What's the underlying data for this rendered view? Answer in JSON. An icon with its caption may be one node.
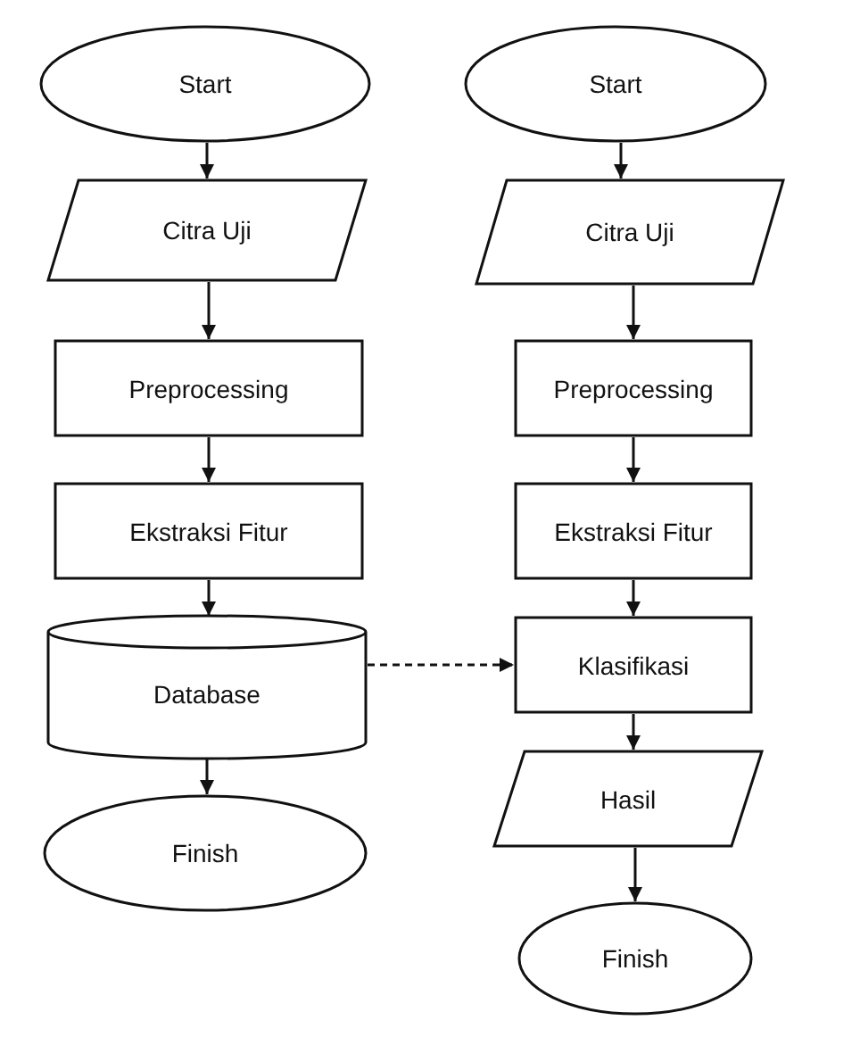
{
  "diagram": {
    "nodes": [
      {
        "text": [
          "Start"
        ]
      },
      {
        "text": [
          "Citra Uji"
        ]
      },
      {
        "text": [
          "Preprocessing"
        ]
      },
      {
        "text": [
          "Ekstraksi Fitur"
        ]
      },
      {
        "text": [
          "Database"
        ]
      },
      {
        "text": [
          "Finish"
        ]
      },
      {
        "text": [
          "Start"
        ]
      },
      {
        "text": [
          "Citra Uji"
        ]
      },
      {
        "text": [
          "Preprocessing"
        ]
      },
      {
        "text": [
          "Ekstraksi Fitur"
        ]
      },
      {
        "text": [
          "Klasifikasi"
        ]
      },
      {
        "text": [
          "Hasil"
        ]
      },
      {
        "text": [
          "Finish"
        ]
      }
    ],
    "edges": [
      {
        "from": 0,
        "to": 1,
        "arrow": "to"
      },
      {
        "from": 1,
        "to": 2,
        "arrow": "to"
      },
      {
        "from": 2,
        "to": 3,
        "arrow": "to"
      },
      {
        "from": 3,
        "to": 4,
        "arrow": "to"
      },
      {
        "from": 4,
        "to": 5,
        "arrow": "to"
      },
      {
        "from": 6,
        "to": 7,
        "arrow": "to"
      },
      {
        "from": 7,
        "to": 8,
        "arrow": "to"
      },
      {
        "from": 8,
        "to": 9,
        "arrow": "to"
      },
      {
        "from": 9,
        "to": 10,
        "arrow": "to"
      },
      {
        "from": 10,
        "to": 11,
        "arrow": "to"
      },
      {
        "from": 11,
        "to": 12,
        "arrow": "to"
      },
      {
        "from": 4,
        "to": 10,
        "arrow": "to",
        "style": "dashed"
      }
    ]
  }
}
